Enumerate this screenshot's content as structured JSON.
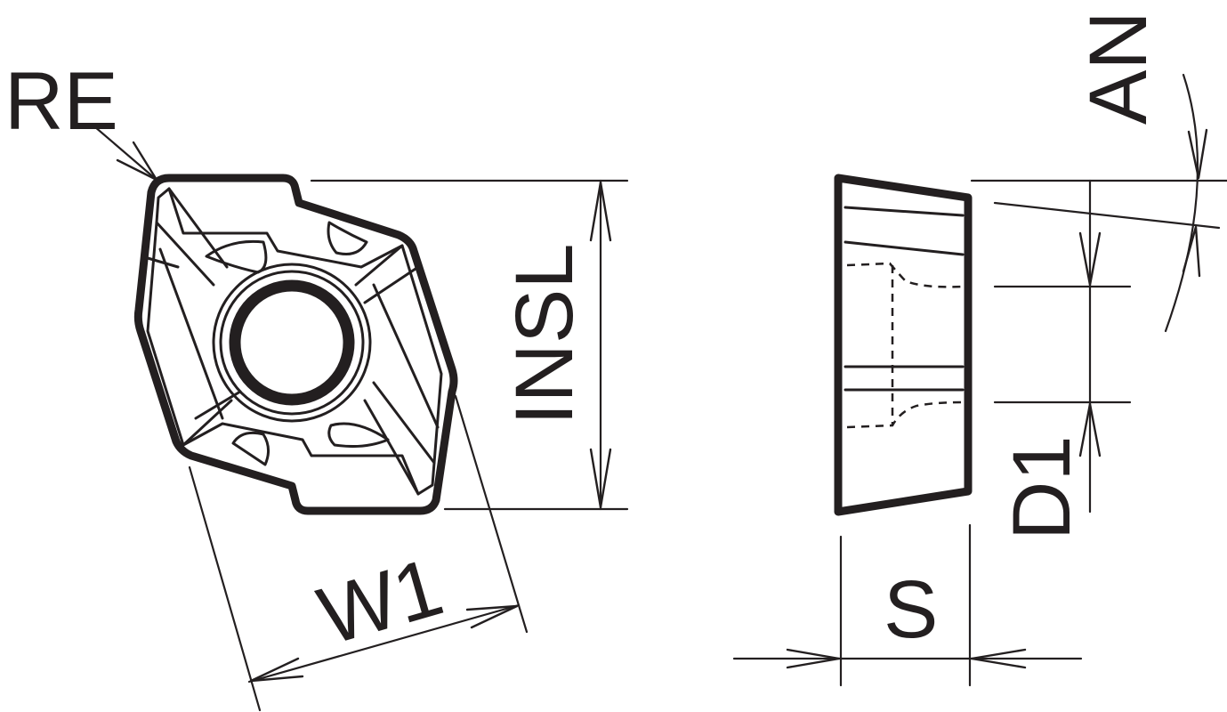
{
  "labels": {
    "re": "RE",
    "insl": "INSL",
    "w1": "W1",
    "an": "AN",
    "d1": "D1",
    "s": "S"
  },
  "colors": {
    "line": "#231f20",
    "background": "#ffffff"
  }
}
